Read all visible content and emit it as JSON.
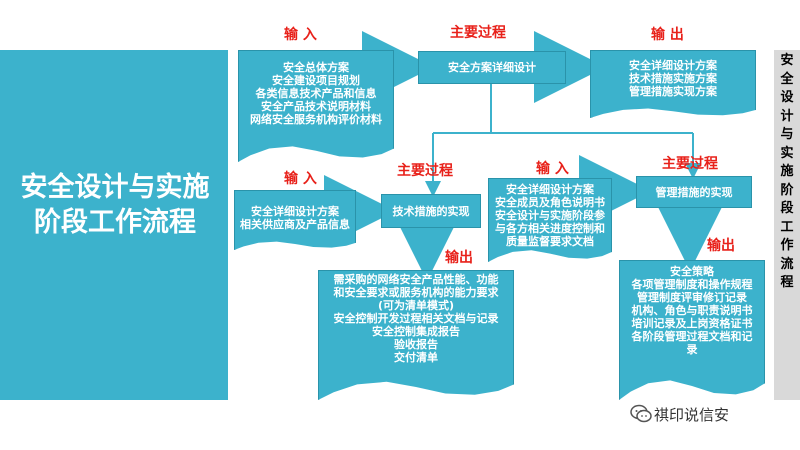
{
  "left_title": "安全设计与实施阶段工作流程",
  "side_title": "安全设计与实施阶段工作流程",
  "headings": {
    "input1": "输 入",
    "main_process1": "主要过程",
    "output1": "输 出",
    "input2": "输 入",
    "main_process2": "主要过程",
    "input3": "输 入",
    "main_process3": "主要过程",
    "output2": "输出",
    "output3": "输出"
  },
  "nodes": {
    "input_docs_1": [
      "安全总体方案",
      "安全建设项目规划",
      "各类信息技术产品和信息",
      "安全产品技术说明材料",
      "网络安全服务机构评价材料"
    ],
    "process_detailed_design": "安全方案详细设计",
    "output_docs_1": [
      "安全详细设计方案",
      "技术措施实施方案",
      "管理措施实现方案"
    ],
    "input_docs_2": [
      "安全详细设计方案",
      "相关供应商及产品信息"
    ],
    "process_technical": "技术措施的实现",
    "input_docs_3": [
      "安全详细设计方案",
      "安全成员及角色说明书",
      "安全设计与实施阶段参",
      "与各方相关进度控制和",
      "质量监督要求文档"
    ],
    "process_management": "管理措施的实现",
    "output_docs_2": [
      "需采购的网络安全产品性能、功能",
      "和安全要求或服务机构的能力要求",
      "(可为清单模式)",
      "安全控制开发过程相关文档与记录",
      "安全控制集成报告",
      "验收报告",
      "交付清单"
    ],
    "output_docs_3": [
      "安全策略",
      "各项管理制度和操作规程",
      "管理制度评审修订记录",
      "机构、角色与职责说明书",
      "培训记录及上岗资格证书",
      "各阶段管理过程文档和记",
      "录"
    ]
  },
  "brand": "祺印说信安",
  "colors": {
    "panel": "#3cb2cc",
    "heading": "#e8211a",
    "side": "#d9d9d9"
  }
}
